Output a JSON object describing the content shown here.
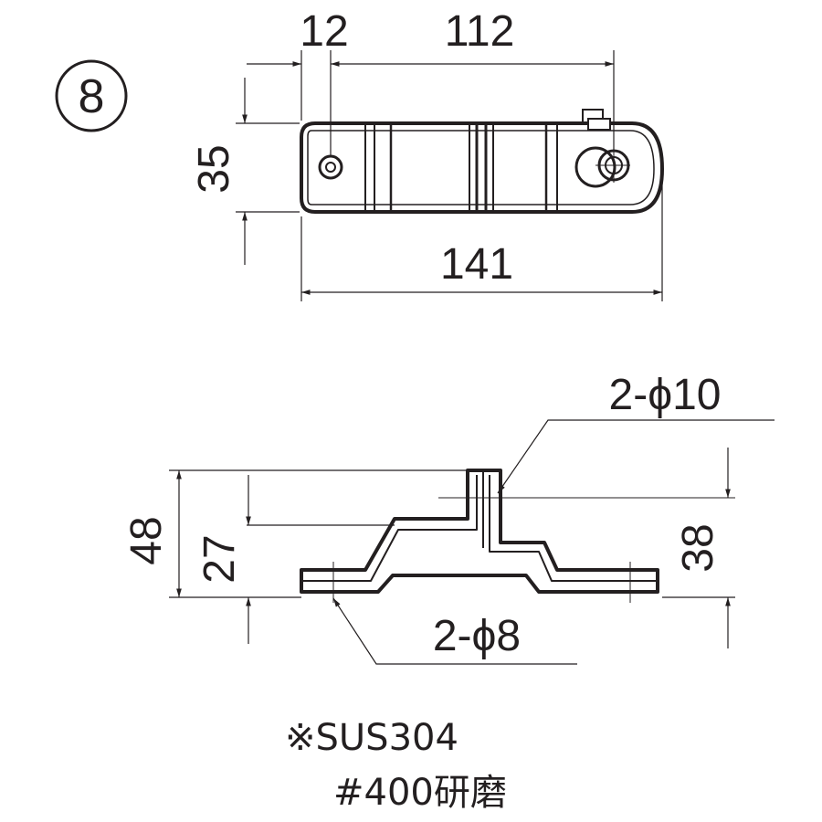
{
  "figure_number": "8",
  "top_view": {
    "dim_hole_offset": "12",
    "dim_hole_spacing": "112",
    "dim_height": "35",
    "dim_total_length": "141"
  },
  "side_view": {
    "dim_total_height": "48",
    "dim_step_height": "27",
    "dim_pin_height": "38",
    "callout_upper_holes": "2-ϕ10",
    "callout_lower_holes": "2-ϕ8"
  },
  "notes": {
    "material": "※SUS304",
    "finish": "#400研磨"
  },
  "colors": {
    "ink": "#231f20",
    "background": "#ffffff"
  }
}
